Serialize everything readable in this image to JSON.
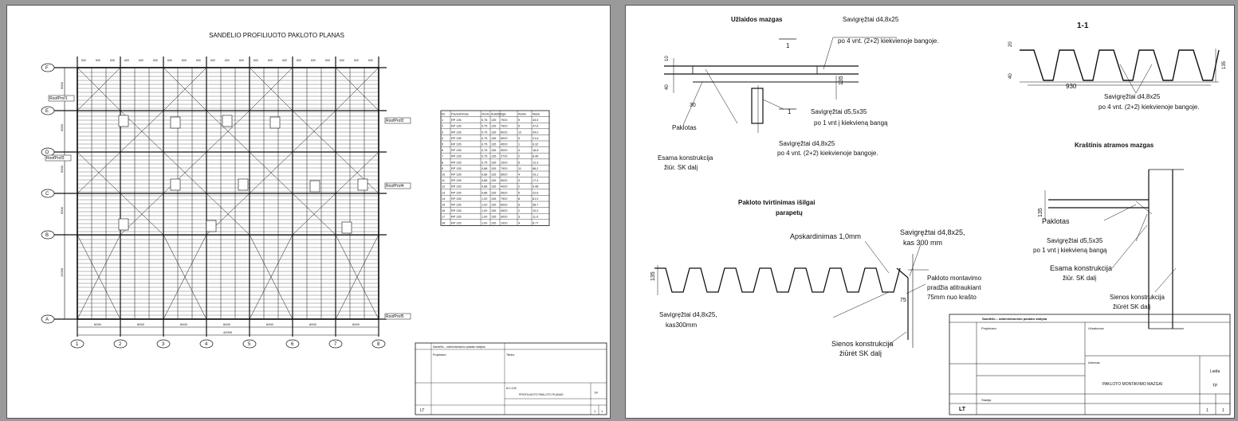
{
  "left_sheet": {
    "title": "SANDĖLIO PROFILIUOTO PAKLOTO PLANAS",
    "axis_rows": [
      "F",
      "E",
      "D",
      "C",
      "B",
      "A"
    ],
    "axis_cols": [
      "1",
      "2",
      "3",
      "4",
      "5",
      "6",
      "7",
      "8"
    ],
    "row_dims": [
      "6000",
      "6000",
      "6000",
      "6000",
      "12000"
    ],
    "col_dims": [
      "6000",
      "6000",
      "6000",
      "6000",
      "6000",
      "6000",
      "6000"
    ],
    "total_dim": "42000",
    "roof_tags": [
      "RoofProf1",
      "RoofProf2",
      "RoofProf3",
      "RoofProf4",
      "RoofProf5"
    ],
    "table_headers": [
      "Nr.",
      "Pavadinimas",
      "Storis",
      "Aukštis",
      "Ilgis",
      "Kiekis",
      "Masė"
    ],
    "table_rows": [
      [
        "1",
        "RP 135",
        "0,75",
        "135",
        "7920",
        "9",
        "43,5"
      ],
      [
        "2",
        "RP 135",
        "0,75",
        "135",
        "7620",
        "5",
        "37,6"
      ],
      [
        "3",
        "RP 135",
        "0,75",
        "135",
        "6020",
        "12",
        "54,0"
      ],
      [
        "4",
        "RP 135",
        "0,75",
        "135",
        "5920",
        "3",
        "21,6"
      ],
      [
        "5",
        "RP 135",
        "0,75",
        "135",
        "4520",
        "1",
        "9,32"
      ],
      [
        "6",
        "RP 135",
        "0,75",
        "135",
        "3020",
        "4",
        "18,8"
      ],
      [
        "7",
        "RP 135",
        "0,75",
        "135",
        "2720",
        "2",
        "8,46"
      ],
      [
        "8",
        "RP 135",
        "0,75",
        "135",
        "1520",
        "6",
        "12,3"
      ],
      [
        "9",
        "RP 135",
        "0,88",
        "135",
        "7920",
        "11",
        "68,2"
      ],
      [
        "10",
        "RP 135",
        "0,88",
        "135",
        "6520",
        "4",
        "29,1"
      ],
      [
        "11",
        "RP 135",
        "0,88",
        "135",
        "5020",
        "3",
        "17,4"
      ],
      [
        "12",
        "RP 135",
        "0,88",
        "135",
        "4020",
        "2",
        "9,48"
      ],
      [
        "13",
        "RP 135",
        "0,88",
        "135",
        "3520",
        "5",
        "22,6"
      ],
      [
        "14",
        "RP 135",
        "1,00",
        "135",
        "7920",
        "8",
        "61,0"
      ],
      [
        "15",
        "RP 135",
        "1,00",
        "135",
        "6020",
        "6",
        "38,7"
      ],
      [
        "16",
        "RP 135",
        "1,00",
        "135",
        "4520",
        "2",
        "10,2"
      ],
      [
        "17",
        "RP 135",
        "1,00",
        "135",
        "3020",
        "3",
        "11,9"
      ],
      [
        "18",
        "RP 135",
        "1,00",
        "135",
        "1920",
        "4",
        "8,77"
      ]
    ],
    "titleblock": {
      "project": "Sandėlio – administracinio pastato statyba",
      "designer": "Projektavo",
      "checked": "Tikrino",
      "sheet_title": "PROFILIUOTO PAKLOTO PLANAS",
      "scale": "M 1:100",
      "country": "LT",
      "sheet": "1",
      "sheets": "1",
      "stage": "TP"
    }
  },
  "right_sheet": {
    "detail1": {
      "title": "Užlaidos mazgas",
      "screw1": "Savigręžtai d4,8x25",
      "screw1b": "po 4 vnt. (2+2) kiekvienoje bangoje.",
      "screw2": "Savigręžtai d5,5x35",
      "screw2b": "po 1 vnt į kiekvieną bangą",
      "screw3": "Savigręžtai d4,8x25",
      "screw3b": "po 4 vnt. (2+2) kiekvienoje bangoje.",
      "deck": "Paklotas",
      "existing": "Esama konstrukcija",
      "existing_b": "žiūr. SK dalį",
      "dims": [
        "10",
        "40",
        "30",
        "135"
      ],
      "section_mark": "1"
    },
    "section": {
      "title": "1-1",
      "dims": [
        "20",
        "40",
        "930",
        "135"
      ],
      "screw": "Savigręžtai d4,8x25",
      "screw_b": "po 4 vnt. (2+2) kiekvienoje bangoje."
    },
    "detail2": {
      "title": "Pakloto tvirtinimas išilgai",
      "title_b": "parapetų",
      "flashing": "Apskardinimas 1,0mm",
      "screw": "Savigręžtai d4,8x25,",
      "screw_b": "kas 300 mm",
      "start": "Pakloto montavimo",
      "start_b": "pradžia atitraukiant",
      "start_c": "75mm nuo krašto",
      "screw_bottom": "Savigręžtai d4,8x25,",
      "screw_bottom_b": "kas300mm",
      "wall": "Sienos konstrukcija",
      "wall_b": "žiūrėt SK dalį",
      "dims": [
        "135",
        "75"
      ]
    },
    "detail3": {
      "title": "Kraštinis atramos mazgas",
      "deck": "Paklotas",
      "screw": "Savigręžtai d5,5x35",
      "screw_b": "po 1 vnt į kiekvieną bangą",
      "existing": "Esama konstrukcija",
      "existing_b": "žiūr. SK dalį",
      "wall": "Sienos konstrukcija",
      "wall_b": "žiūrėt SK dalį",
      "dims": [
        "135"
      ]
    },
    "titleblock": {
      "project": "Sandėlio – administracinio pastato statyba",
      "designer": "Projektavo",
      "client": "Užsakovas",
      "address": "Adresas",
      "stage_label": "Stadija",
      "stage": "TP",
      "sheet_label": "Laida",
      "sheet_title": "PAKLOTO MONTAVIMO MAZGAI",
      "country": "LT",
      "sheet": "1",
      "sheets": "1"
    }
  }
}
